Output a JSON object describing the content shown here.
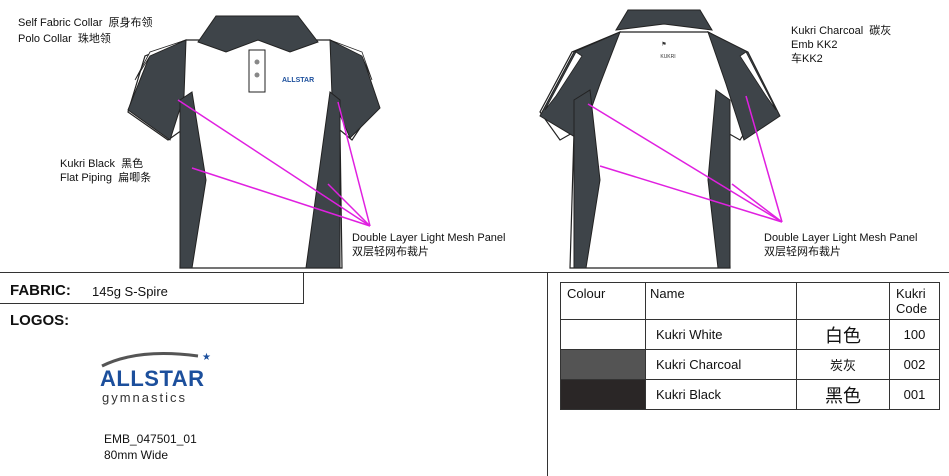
{
  "front_labels": {
    "collar_line1": "Self Fabric Collar  原身布领",
    "collar_line2": "Polo Collar  珠地领",
    "piping_line1": "Kukri Black  黑色",
    "piping_line2": "Flat Piping  扁唧条",
    "mesh_line1": "Double Layer Light Mesh Panel",
    "mesh_line2": "双层轻网布裁片"
  },
  "back_labels": {
    "emb_line1": "Kukri Charcoal  碳灰",
    "emb_line2": "Emb KK2",
    "emb_line3": "车KK2",
    "mesh_line1": "Double Layer Light Mesh Panel",
    "mesh_line2": "双层轻网布裁片",
    "back_logo_text": "KUKRI"
  },
  "fabric": {
    "label": "FABRIC:",
    "value": "145g S-Spire"
  },
  "logos": {
    "label": "LOGOS:",
    "brand_line1": "ALLSTAR",
    "brand_line2": "gymnastics",
    "code": "EMB_047501_01",
    "size": "80mm Wide"
  },
  "color_table": {
    "headers": [
      "Colour",
      "Name",
      "",
      "Kukri Code"
    ],
    "rows": [
      {
        "name": "Kukri White",
        "cn": "白色",
        "code": "100",
        "swatch": "#ffffff"
      },
      {
        "name": "Kukri Charcoal",
        "cn": "炭灰",
        "code": "002",
        "swatch": "#545454"
      },
      {
        "name": "Kukri Black",
        "cn": "黑色",
        "code": "001",
        "swatch": "#2a2626"
      }
    ]
  },
  "colors": {
    "charcoal": "#3e4449",
    "magenta": "#e020e0",
    "brand_blue": "#1c4f9c"
  }
}
